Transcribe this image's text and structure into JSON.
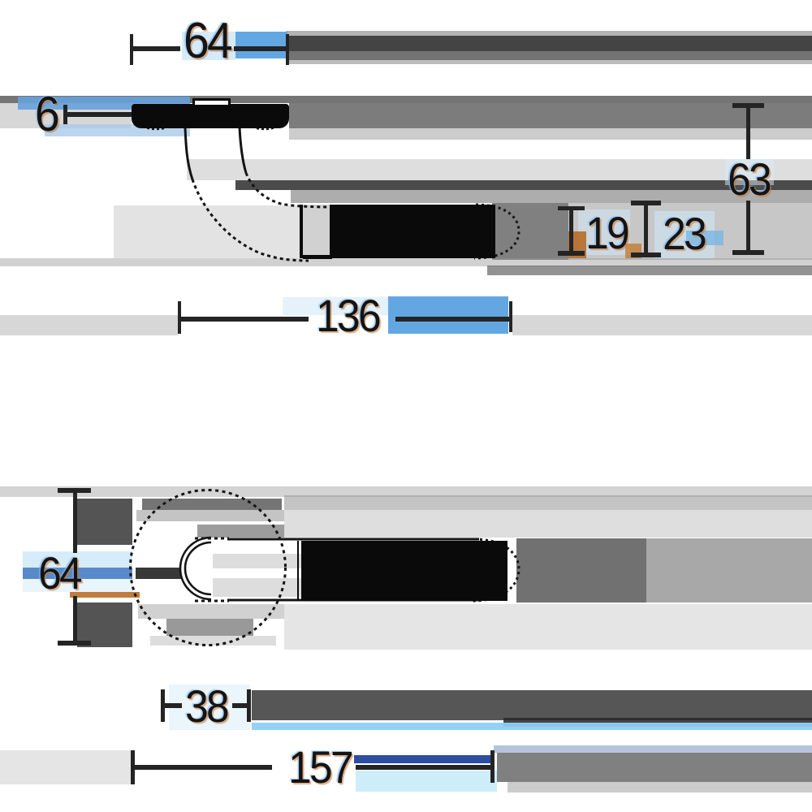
{
  "drawing_labels": {
    "top_view": {
      "rose_width": "64",
      "rose_thickness": "6",
      "grip_section_inner": "19",
      "grip_section_outer": "23",
      "projection": "63",
      "grip_length": "136"
    },
    "front_view": {
      "rose_diameter": "64",
      "neck_width": "38",
      "overall_length": "157"
    }
  },
  "colors": {
    "ink": "#0a0a0a",
    "selection_blue": "#56a0e0",
    "selection_light_blue": "#cfe7f8",
    "selection_navy": "#1d3f9b",
    "selection_cyan": "#c8ecf8",
    "selection_orange": "#b5651d",
    "artifact_gray_dark": "#2a2a2a",
    "artifact_gray_light": "#b5b5b5"
  }
}
